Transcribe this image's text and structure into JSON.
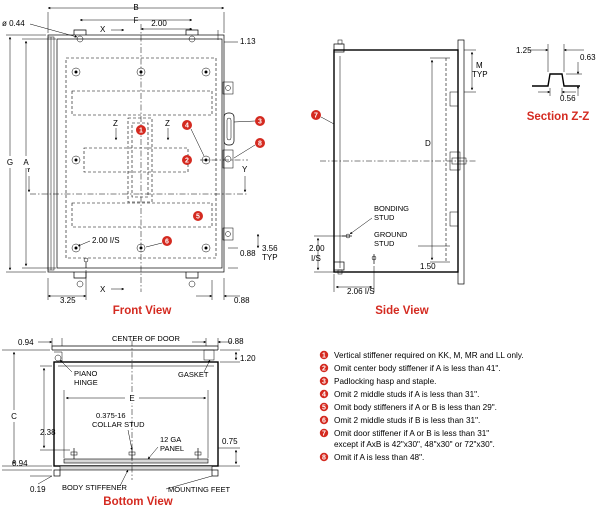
{
  "colors": {
    "accent": "#d42a20",
    "line": "#000000"
  },
  "front_view": {
    "title": "Front View",
    "dims": {
      "hole_dia": "ø 0.44",
      "B": "B",
      "F": "F",
      "two_00": "2.00",
      "one_13": "1.13",
      "X_top": "X",
      "X_bottom": "X",
      "Z_left": "Z",
      "Z_right": "Z",
      "Y_left": "Y",
      "Y_right": "Y",
      "G": "G",
      "A": "A",
      "two_00_is": "2.00 I/S",
      "zero_88_a": "0.88",
      "three_56": "3.56",
      "typ": "TYP",
      "three_25": "3.25",
      "zero_88_b": "0.88"
    },
    "callouts": [
      "1",
      "2",
      "3",
      "4",
      "5",
      "6",
      "8"
    ]
  },
  "side_view": {
    "title": "Side View",
    "dims": {
      "M": "M",
      "M_typ": "TYP",
      "D": "D",
      "two_00": "2.00",
      "is": "I/S",
      "one_50": "1.50",
      "two_06": "2.06 I/S"
    },
    "labels": {
      "bonding_1": "BONDING",
      "bonding_2": "STUD",
      "ground_1": "GROUND",
      "ground_2": "STUD"
    },
    "callouts": [
      "7"
    ]
  },
  "section_zz": {
    "title": "Section Z-Z",
    "dims": {
      "a": "1.25",
      "b": "0.63",
      "c": "0.56"
    }
  },
  "bottom_view": {
    "title": "Bottom View",
    "dims": {
      "zero_94_top": "0.94",
      "zero_88": "0.88",
      "one_20": "1.20",
      "E": "E",
      "C": "C",
      "two_38": "2.38",
      "zero_75": "0.75",
      "zero_94_bot": "0.94",
      "zero_19": "0.19"
    },
    "labels": {
      "center_of_door": "CENTER OF DOOR",
      "piano_1": "PIANO",
      "piano_2": "HINGE",
      "gasket": "GASKET",
      "collar_1": "0.375-16",
      "collar_2": "COLLAR STUD",
      "panel_1": "12 GA",
      "panel_2": "PANEL",
      "body_stiffener": "BODY STIFFENER",
      "mounting_feet": "MOUNTING FEET"
    }
  },
  "notes": [
    {
      "num": "1",
      "text": "Vertical stiffener required on KK, M, MR and LL only."
    },
    {
      "num": "2",
      "text": "Omit center body stiffener if A is less than 41\"."
    },
    {
      "num": "3",
      "text": "Padlocking hasp and staple."
    },
    {
      "num": "4",
      "text": "Omit 2 middle studs if A is less than 31\"."
    },
    {
      "num": "5",
      "text": "Omit body stiffeners if A or B is less than 29\"."
    },
    {
      "num": "6",
      "text": "Omit 2 middle studs if B is less than 31\"."
    },
    {
      "num": "7",
      "text": "Omit door stiffener if A or B is less than 31\"",
      "text2": "except if AxB is 42\"x30\", 48\"x30\" or 72\"x30\"."
    },
    {
      "num": "8",
      "text": "Omit if A is less than 48\"."
    }
  ]
}
